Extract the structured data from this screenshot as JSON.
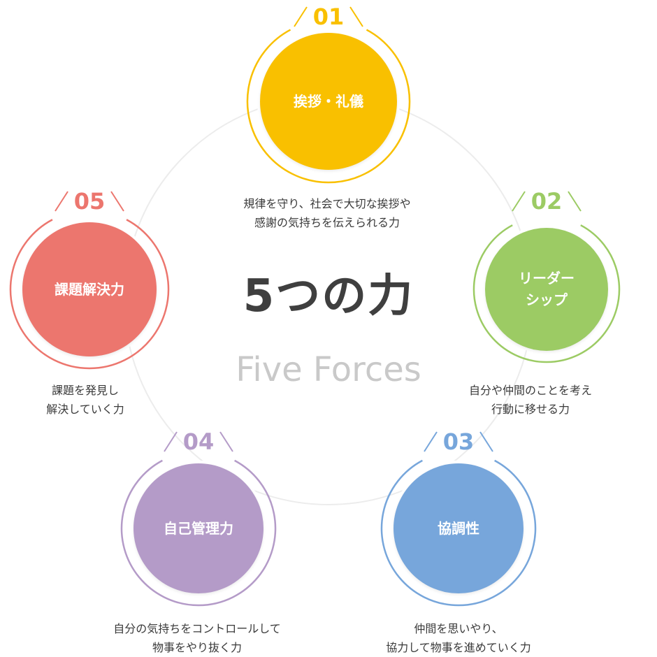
{
  "title": "5つの力",
  "subtitle": "Five Forces",
  "colors": {
    "arc": "#e8e8e8",
    "node1": "#f9c000",
    "node2": "#9ccb64",
    "node3": "#77a6db",
    "node4": "#b49bc8",
    "node5": "#ec766e"
  },
  "nodes": [
    {
      "number": "01",
      "label": "挨拶・礼儀",
      "desc": [
        "規律を守り、社会で大切な挨拶や",
        "感謝の気持ちを伝えられる力"
      ]
    },
    {
      "number": "02",
      "label": "リーダー\nシップ",
      "desc": [
        "自分や仲間のことを考え",
        "行動に移せる力"
      ]
    },
    {
      "number": "03",
      "label": "協調性",
      "desc": [
        "仲間を思いやり、",
        "協力して物事を進めていく力"
      ]
    },
    {
      "number": "04",
      "label": "自己管理力",
      "desc": [
        "自分の気持ちをコントロールして",
        "物事をやり抜く力"
      ]
    },
    {
      "number": "05",
      "label": "課題解決力",
      "desc": [
        "課題を発見し",
        "解決していく力"
      ]
    }
  ]
}
